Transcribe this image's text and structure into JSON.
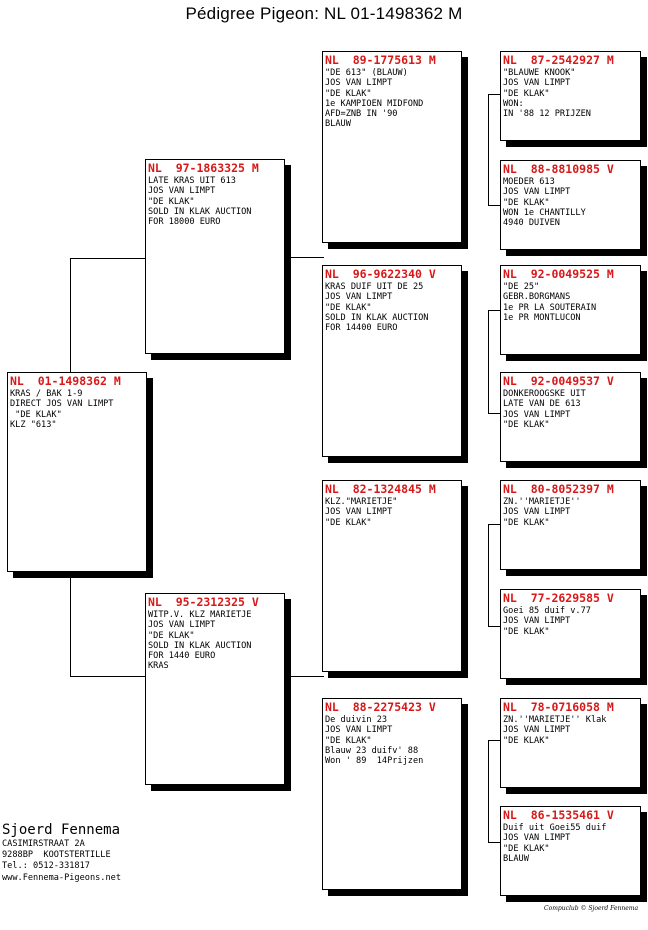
{
  "title": "Pédigree Pigeon: NL  01-1498362 M",
  "pigeons": [
    {
      "ring": "NL  01-1498362 M",
      "lines": [
        "KRAS / BAK 1-9",
        "DIRECT JOS VAN LIMPT",
        " \"DE KLAK\"",
        "KLZ \"613\""
      ]
    },
    {
      "ring": "NL  97-1863325 M",
      "lines": [
        "LATE KRAS UIT 613",
        "JOS VAN LIMPT",
        "\"DE KLAK\"",
        "SOLD IN KLAK AUCTION",
        "FOR 18000 EURO"
      ]
    },
    {
      "ring": "NL  95-2312325 V",
      "lines": [
        "WITP.V. KLZ MARIETJE",
        "JOS VAN LIMPT",
        "\"DE KLAK\"",
        "SOLD IN KLAK AUCTION",
        "FOR 1440 EURO",
        "KRAS"
      ]
    },
    {
      "ring": "NL  89-1775613 M",
      "lines": [
        "\"DE 613\" (BLAUW)",
        "JOS VAN LIMPT",
        "\"DE KLAK\"",
        "1e KAMPIOEN MIDFOND",
        "AFD=ZNB IN '90",
        "BLAUW"
      ]
    },
    {
      "ring": "NL  96-9622340 V",
      "lines": [
        "KRAS DUIF UIT DE 25",
        "JOS VAN LIMPT",
        "\"DE KLAK\"",
        "SOLD IN KLAK AUCTION",
        "FOR 14400 EURO"
      ]
    },
    {
      "ring": "NL  82-1324845 M",
      "lines": [
        "KLZ.\"MARIETJE\"",
        "JOS VAN LIMPT",
        "\"DE KLAK\""
      ]
    },
    {
      "ring": "NL  88-2275423 V",
      "lines": [
        "De duivin 23",
        "JOS VAN LIMPT",
        "\"DE KLAK\"",
        "Blauw 23 duifv' 88",
        "Won ' 89  14Prijzen"
      ]
    },
    {
      "ring": "NL  87-2542927 M",
      "lines": [
        "\"BLAUWE KNOOK\"",
        "JOS VAN LIMPT",
        "\"DE KLAK\"",
        "WON:",
        "IN '88 12 PRIJZEN"
      ]
    },
    {
      "ring": "NL  88-8810985 V",
      "lines": [
        "MOEDER 613",
        "JOS VAN LIMPT",
        "\"DE KLAK\"",
        "WON 1e CHANTILLY",
        "4940 DUIVEN"
      ]
    },
    {
      "ring": "NL  92-0049525 M",
      "lines": [
        "\"DE 25\"",
        "GEBR.BORGMANS",
        "",
        "1e PR LA SOUTERAIN",
        "1e PR MONTLUCON"
      ]
    },
    {
      "ring": "NL  92-0049537 V",
      "lines": [
        "DONKEROOGSKE UIT",
        "LATE VAN DE 613",
        "JOS VAN LIMPT",
        "\"DE KLAK\""
      ]
    },
    {
      "ring": "NL  80-8052397 M",
      "lines": [
        "ZN.''MARIETJE''",
        "JOS VAN LIMPT",
        "\"DE KLAK\""
      ]
    },
    {
      "ring": "NL  77-2629585 V",
      "lines": [
        "Goei 85 duif v.77",
        "JOS VAN LIMPT",
        "\"DE KLAK\""
      ]
    },
    {
      "ring": "NL  78-0716058 M",
      "lines": [
        "ZN.''MARIETJE'' Klak",
        "JOS VAN LIMPT",
        "\"DE KLAK\""
      ]
    },
    {
      "ring": "NL  86-1535461 V",
      "lines": [
        "Duif uit Goei55 duif",
        "JOS VAN LIMPT",
        "\"DE KLAK\"",
        "BLAUW"
      ]
    }
  ],
  "breeder": {
    "name": "Sjoerd Fennema",
    "address_lines": [
      "CASIMIRSTRAAT 2A",
      "9288BP  KOOTSTERTILLE",
      "Tel.: 0512-331817",
      "www.Fennema-Pigeons.net"
    ]
  },
  "credit": "Compuclub © Sjoerd Fennema"
}
